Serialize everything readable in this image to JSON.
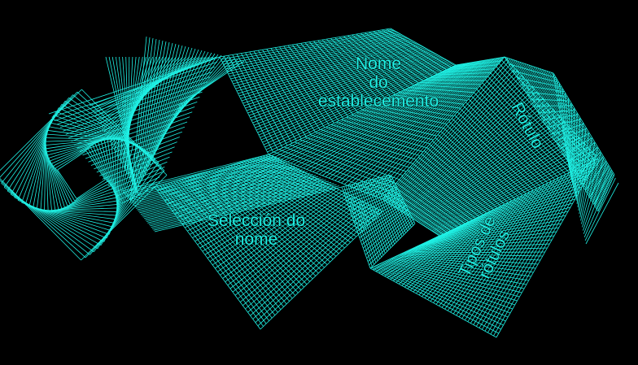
{
  "colors": {
    "background": "#000000",
    "line": "#1ff0e4"
  },
  "labels": {
    "name_line1": "Nome",
    "name_line2": "do",
    "name_line3": "establecemento",
    "selection_line1": "Selección do",
    "selection_line2": "nome",
    "label": "Rótulo",
    "types_line1": "Tipos de",
    "types_line2": "rótulos"
  }
}
